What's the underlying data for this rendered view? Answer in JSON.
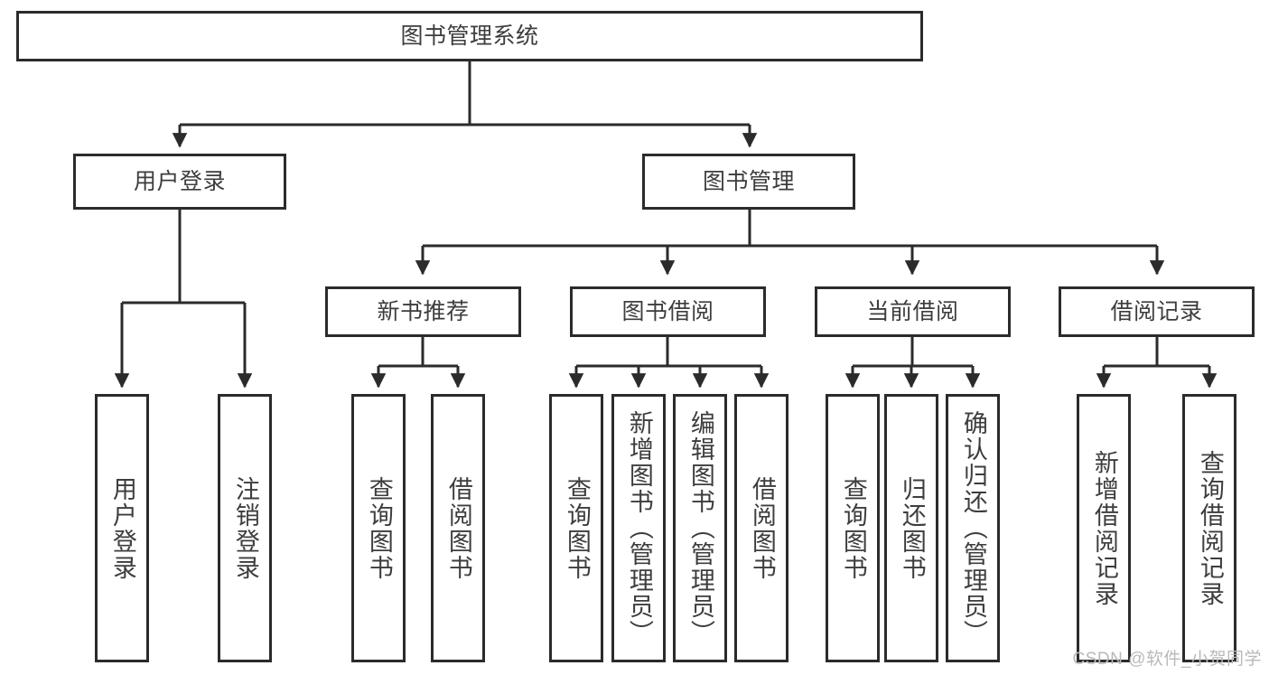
{
  "diagram": {
    "title": "图书管理系统",
    "type": "tree-hierarchy",
    "watermark": "CSDN @软件_小贺同学",
    "colors": {
      "background": "#ffffff",
      "box_border": "#2b2b2b",
      "connector": "#2b2b2b",
      "text": "#3d3d3d",
      "watermark": "#b9b9b9"
    },
    "nodes": {
      "root": {
        "label": "图书管理系统"
      },
      "level2": [
        {
          "id": "user-login",
          "label": "用户登录"
        },
        {
          "id": "book-manage",
          "label": "图书管理"
        }
      ],
      "level3": [
        {
          "id": "new-book-recommend",
          "label": "新书推荐"
        },
        {
          "id": "book-borrow",
          "label": "图书借阅"
        },
        {
          "id": "current-borrow",
          "label": "当前借阅"
        },
        {
          "id": "borrow-record",
          "label": "借阅记录"
        }
      ],
      "leaves": {
        "user_login": [
          {
            "id": "leaf-user-login",
            "label": "用户登录"
          },
          {
            "id": "leaf-logout-login",
            "label": "注销登录"
          }
        ],
        "new_book_recommend": [
          {
            "id": "leaf-query-book-1",
            "label": "查询图书"
          },
          {
            "id": "leaf-borrow-book-1",
            "label": "借阅图书"
          }
        ],
        "book_borrow": [
          {
            "id": "leaf-query-book-2",
            "label": "查询图书"
          },
          {
            "id": "leaf-add-book",
            "label": "新增图书（管理员）"
          },
          {
            "id": "leaf-edit-book",
            "label": "编辑图书（管理员）"
          },
          {
            "id": "leaf-borrow-book-2",
            "label": "借阅图书"
          }
        ],
        "current_borrow": [
          {
            "id": "leaf-query-book-3",
            "label": "查询图书"
          },
          {
            "id": "leaf-return-book",
            "label": "归还图书"
          },
          {
            "id": "leaf-confirm-return",
            "label": "确认归还（管理员）"
          }
        ],
        "borrow_record": [
          {
            "id": "leaf-add-record",
            "label": "新增借阅记录"
          },
          {
            "id": "leaf-query-record",
            "label": "查询借阅记录"
          }
        ]
      }
    }
  }
}
